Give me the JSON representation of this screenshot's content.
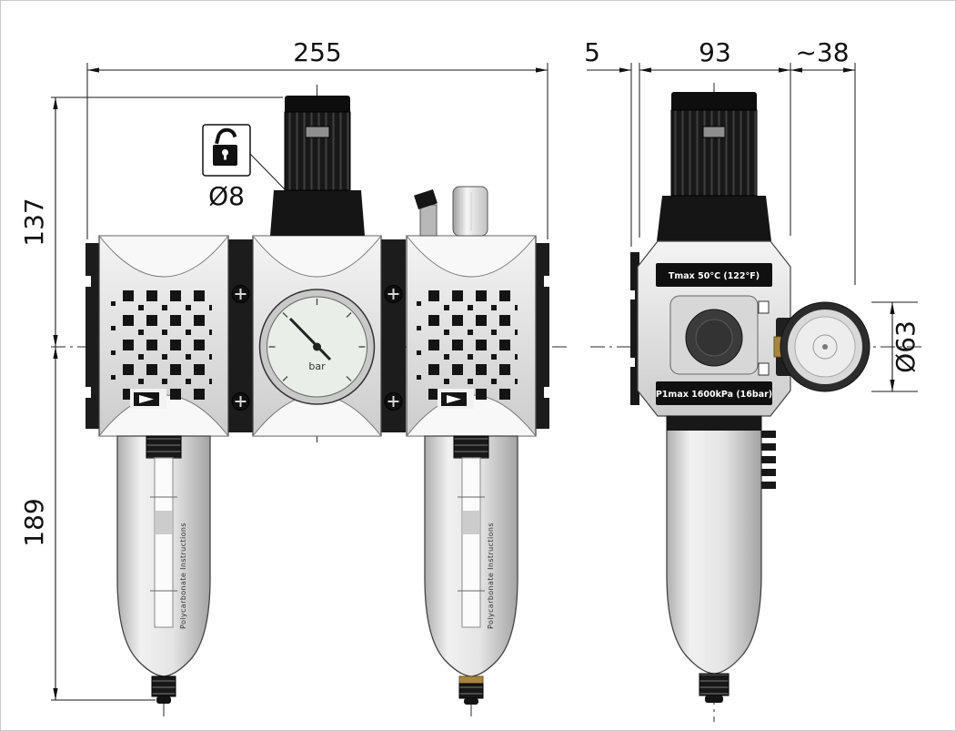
{
  "front_view": {
    "dim_width": "255",
    "dim_height_top": "137",
    "dim_height_bottom": "189",
    "knob_diameter": "Ø8",
    "gauge_unit": "bar",
    "bowl_marking": "Polycarbonate Instructions"
  },
  "side_view": {
    "dim_flange_offset": "5",
    "dim_body_width": "93",
    "dim_gauge_depth": "~38",
    "dim_gauge_diameter": "Ø63",
    "label_plate_top": "Tmax 50°C (122°F)",
    "label_plate_bottom": "P1max 1600kPa (16bar)"
  },
  "icons": {
    "unlock": "open-padlock"
  },
  "colors": {
    "line": "#1a1a1a",
    "dark_parts": "#1c1c1c",
    "body_gray": "#e2e2e2",
    "brass": "#a8853f",
    "gauge_face": "#e9eee8"
  }
}
